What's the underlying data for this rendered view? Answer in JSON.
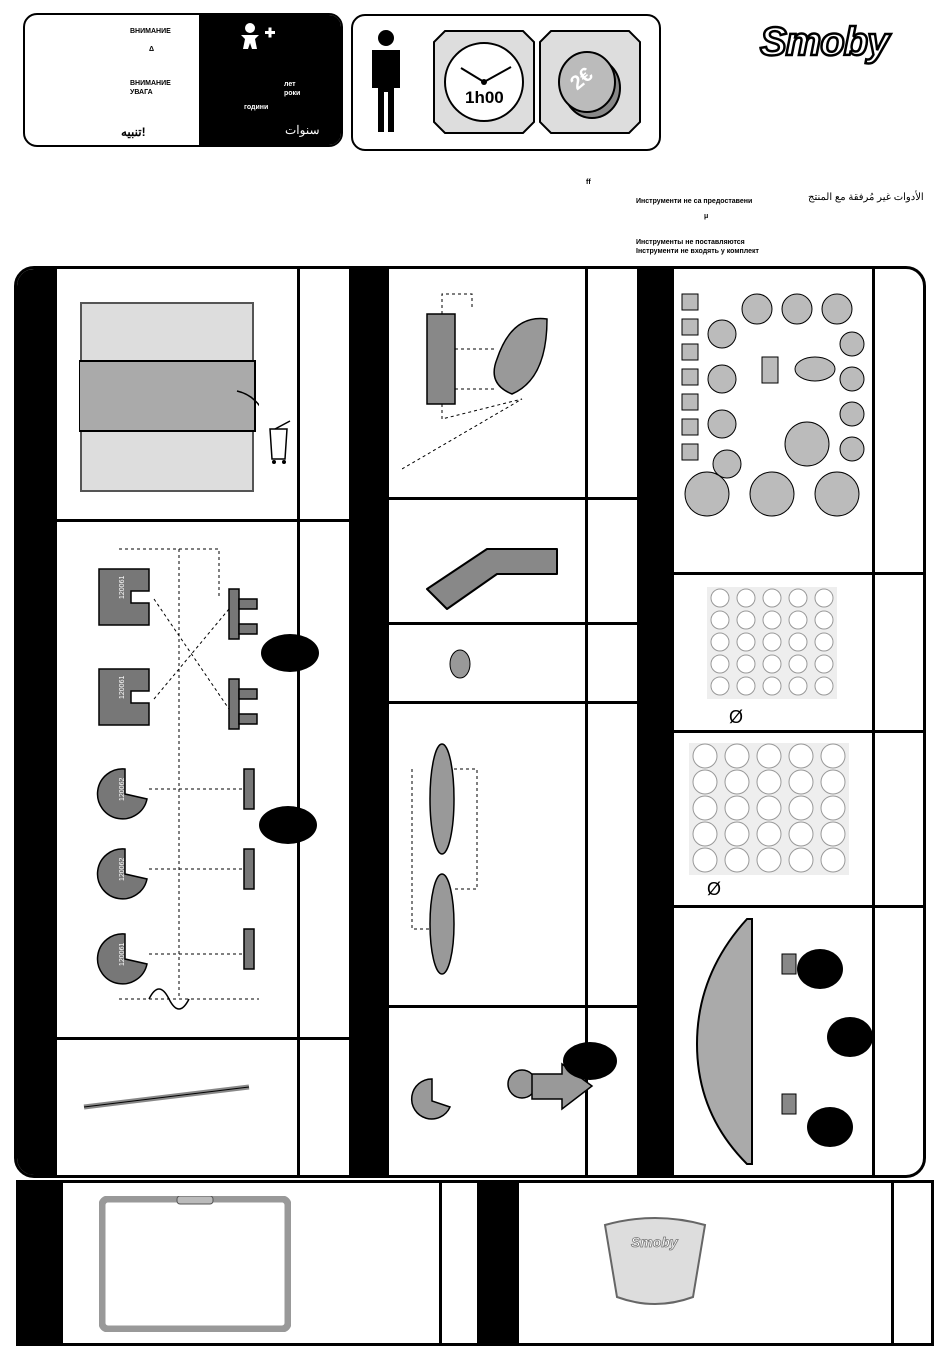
{
  "brand": {
    "logo_text": "Smoby"
  },
  "warning": {
    "line1": "ВНИМАНИЕ",
    "line2": "Δ",
    "line3": "ВНИМАНИЕ",
    "line4": "УВАГА",
    "arabic_warning": "تنبيه!",
    "age_lines": [
      "лет",
      "роки",
      "години"
    ],
    "arabic_years": "سنوات"
  },
  "assembly_info": {
    "time_label": "1h00",
    "coin_label": "2€"
  },
  "tools_note": {
    "ff_mark": "ff",
    "mu_mark": "μ",
    "bulgarian": "Инструменти не са предоставени",
    "arabic": "الأدوات غير مُرفقة مع المنتج",
    "russian": "Инструменты не поставляются",
    "ukrainian": "Інструменти не входять у комплект"
  },
  "parts": {
    "part_code_1": "120061",
    "part_code_2": "120062",
    "coin_label_text": "Smoby",
    "diameter_symbol": "Ø"
  },
  "colors": {
    "gray_part": "#8a8a8a",
    "light_gray": "#d8d8d8",
    "black": "#000000"
  }
}
